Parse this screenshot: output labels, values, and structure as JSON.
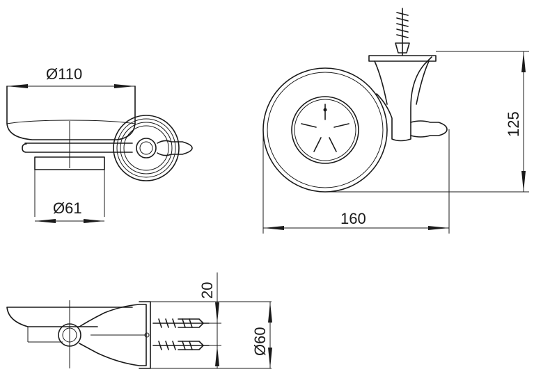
{
  "dimensions": {
    "d110": "Ø110",
    "d61": "Ø61",
    "w160": "160",
    "h125": "125",
    "t20": "20",
    "d60": "Ø60"
  }
}
